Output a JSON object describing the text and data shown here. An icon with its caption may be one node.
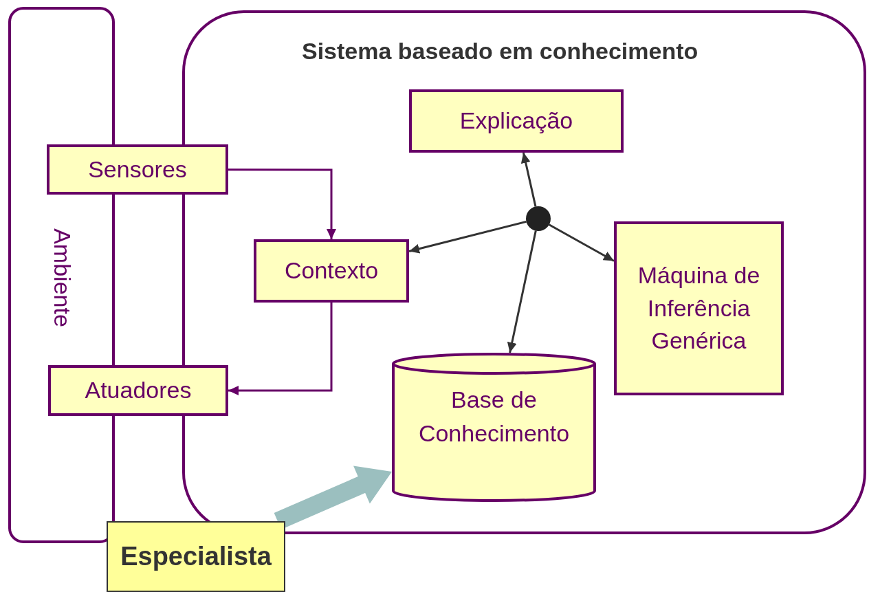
{
  "diagram": {
    "nodes": [
      {
        "text": [
          "Ambiente"
        ]
      },
      {
        "text": [
          "Sistema baseado em conhecimento"
        ]
      },
      {
        "text": [
          "Sensores"
        ]
      },
      {
        "text": [
          "Atuadores"
        ]
      },
      {
        "text": [
          "Contexto"
        ],
        "in": 1
      },
      {
        "text": [
          "Explicação"
        ],
        "in": 1
      },
      {
        "text": [],
        "shape": "circle",
        "in": 1
      },
      {
        "text": [
          "Máquina de Inferência Genérica"
        ],
        "in": 1
      },
      {
        "text": [
          "Base de Conhecimento"
        ],
        "in": 1
      },
      {
        "text": [
          "Especialista"
        ]
      }
    ],
    "edges": [
      {
        "from": 2,
        "to": 4,
        "arrow": "to",
        "color": "#660066"
      },
      {
        "from": 4,
        "to": 3,
        "arrow": "to",
        "color": "#660066"
      },
      {
        "from": 6,
        "to": 5,
        "arrow": "to"
      },
      {
        "from": 6,
        "to": 4,
        "arrow": "to"
      },
      {
        "from": 6,
        "to": 8,
        "arrow": "to"
      },
      {
        "from": 6,
        "to": 7,
        "arrow": "to"
      },
      {
        "from": 9,
        "to": 8,
        "arrow": "to",
        "style": "thick",
        "color": "#9bbfbf"
      }
    ]
  }
}
